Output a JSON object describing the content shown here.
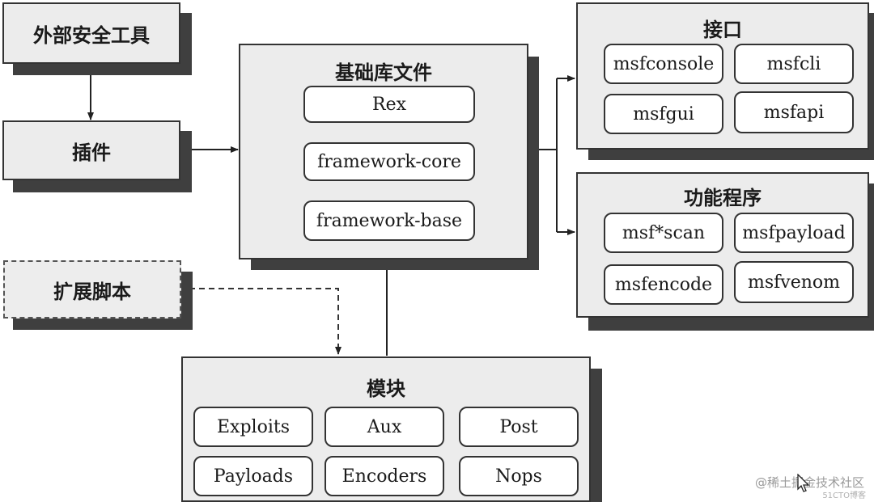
{
  "external_tools": {
    "label": "外部安全工具"
  },
  "plugins": {
    "label": "插件"
  },
  "extension_scripts": {
    "label": "扩展脚本"
  },
  "base_library": {
    "title": "基础库文件",
    "items": [
      "Rex",
      "framework-core",
      "framework-base"
    ]
  },
  "interfaces": {
    "title": "接口",
    "items": [
      "msfconsole",
      "msfcli",
      "msfgui",
      "msfapi"
    ]
  },
  "utilities": {
    "title": "功能程序",
    "items": [
      "msf*scan",
      "msfpayload",
      "msfencode",
      "msfvenom"
    ]
  },
  "modules": {
    "title": "模块",
    "items": [
      "Exploits",
      "Aux",
      "Post",
      "Payloads",
      "Encoders",
      "Nops"
    ]
  },
  "watermark": {
    "text": "@稀土掘金技术社区",
    "sub": "51CTO博客"
  },
  "colors": {
    "box_fill": "#ececec",
    "shadow": "#3f3f3f",
    "border": "#333333",
    "inner_fill": "#ffffff"
  }
}
